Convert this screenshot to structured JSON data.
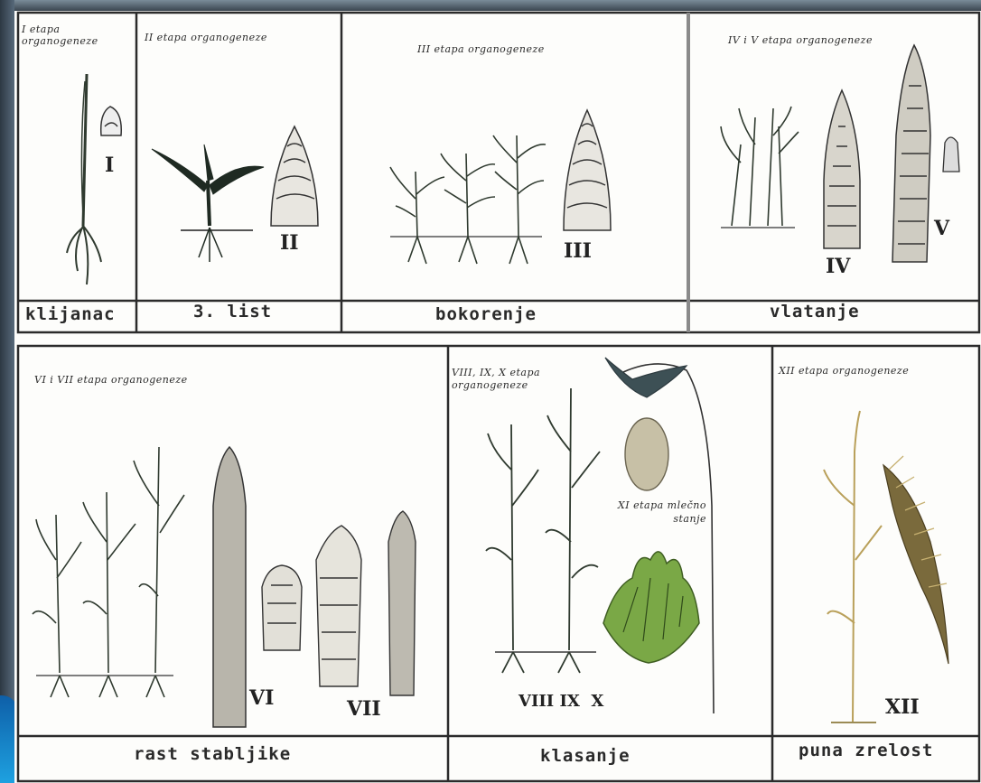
{
  "top_row": [
    {
      "heading": "I etapa organogeneze",
      "numeral": "I",
      "label": "klijanac"
    },
    {
      "heading": "II etapa organogeneze",
      "numeral": "II",
      "label": "3. list"
    },
    {
      "heading": "III  etapa organogeneze",
      "numeral": "III",
      "label": "bokorenje"
    },
    {
      "heading": "IV i V etapa organogeneze",
      "numerals": [
        "IV",
        "V"
      ],
      "label": "vlatanje"
    }
  ],
  "bottom_row": [
    {
      "heading": "VI i VII etapa organogeneze",
      "numerals": [
        "VI",
        "VII"
      ],
      "label": "rast stabljike"
    },
    {
      "heading": "VIII, IX, X etapa organogeneze",
      "numerals": "VIII IX  X",
      "note": "XI etapa mlečno stanje",
      "label": "klasanje"
    },
    {
      "heading": "XII etapa organogeneze",
      "numeral": "XII",
      "label": "puna zrelost"
    }
  ],
  "colors": {
    "line": "#2b2b2b",
    "paper": "#fdfdfb",
    "plant_dark": "#2f3a2f",
    "ear_gold": "#b9a05a",
    "ear_green": "#6e9a3c"
  }
}
